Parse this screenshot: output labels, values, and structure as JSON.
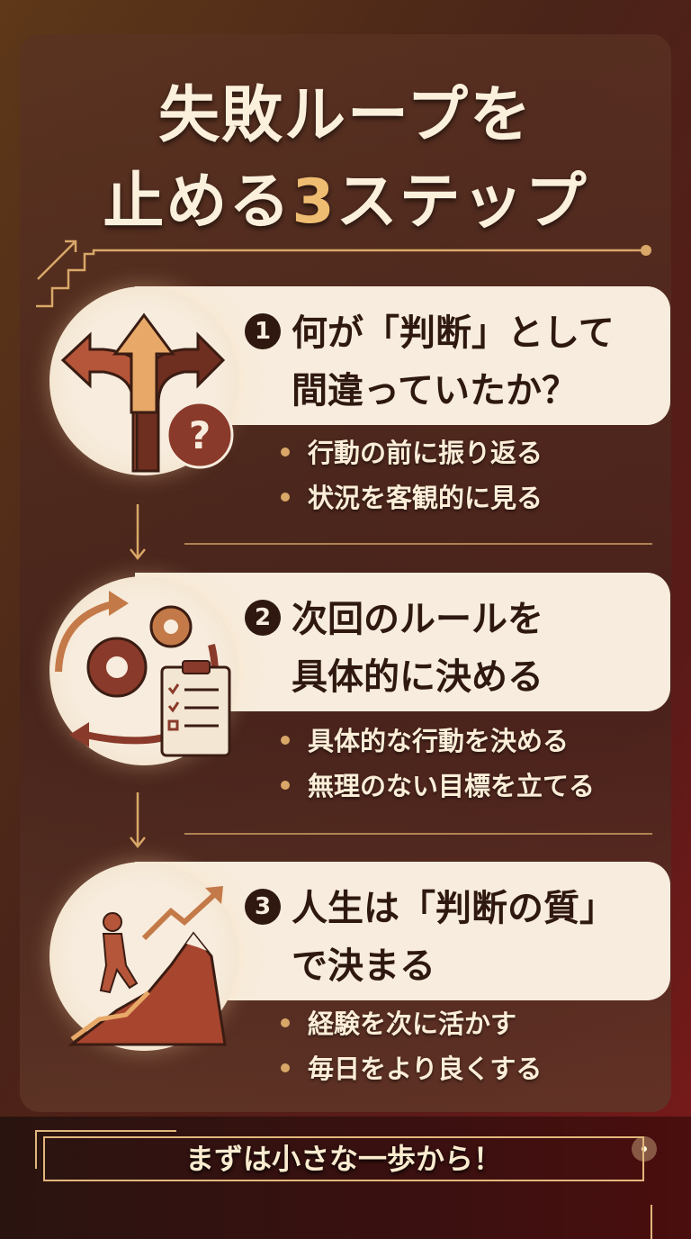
{
  "title": {
    "line1": "失敗ループを",
    "line2_prefix": "止める",
    "line2_number": "3",
    "line2_suffix": "ステップ"
  },
  "steps": [
    {
      "number": "1",
      "title_line1": "何が「判断」として",
      "title_line2": "間違っていたか？",
      "icon": "diverging-arrows-question-icon",
      "bullets": [
        "行動の前に振り返る",
        "状況を客観的に見る"
      ]
    },
    {
      "number": "2",
      "title_line1": "次回のルールを",
      "title_line2": "具体的に決める",
      "icon": "gears-cycle-checklist-icon",
      "bullets": [
        "具体的な行動を決める",
        "無理のない目標を立てる"
      ]
    },
    {
      "number": "3",
      "title_line1": "人生は「判断の質」",
      "title_line2": "で決まる",
      "icon": "climber-mountain-trend-icon",
      "bullets": [
        "経験を次に活かす",
        "毎日をより良くする"
      ]
    }
  ],
  "footer": {
    "text": "まずは小さな一歩から！"
  },
  "colors": {
    "accent": "#efbd72",
    "card": "#f7ecdd",
    "dark": "#2e1810",
    "gold": "#e2b77c"
  }
}
